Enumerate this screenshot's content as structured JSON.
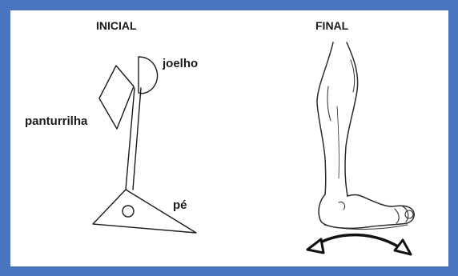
{
  "headings": {
    "initial": "INICIAL",
    "final": "FINAL"
  },
  "labels": {
    "knee": "joelho",
    "calf": "panturrilha",
    "foot": "pé"
  },
  "colors": {
    "frame": "#4a76c0",
    "ink": "#1a1a1a"
  },
  "icons": {
    "motion_arrow": "double-headed-curved-arrow"
  }
}
